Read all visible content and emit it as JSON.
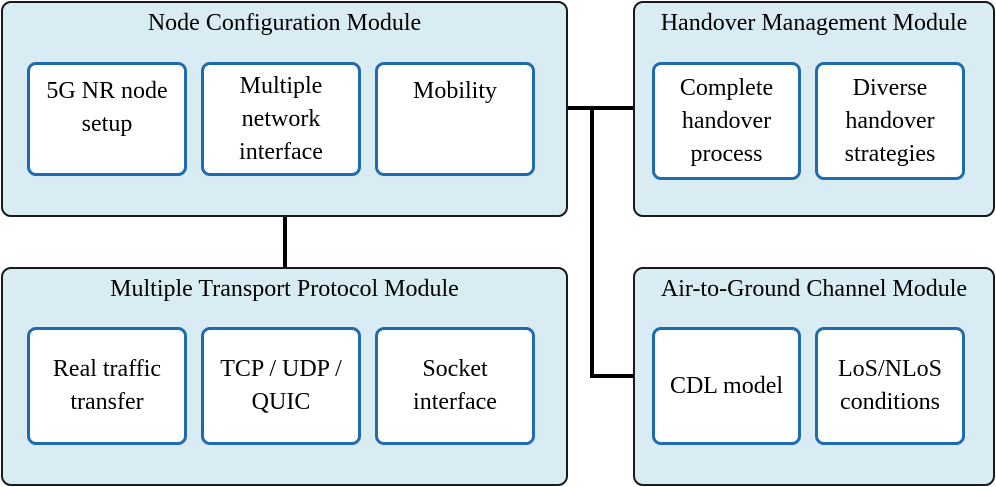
{
  "modules": {
    "node_config": {
      "title": "Node Configuration Module",
      "items": [
        "5G NR node\nsetup",
        "Multiple\nnetwork\ninterface",
        "Mobility"
      ]
    },
    "handover": {
      "title": "Handover Management Module",
      "items": [
        "Complete\nhandover\nprocess",
        "Diverse\nhandover\nstrategies"
      ]
    },
    "transport": {
      "title": "Multiple Transport Protocol Module",
      "items": [
        "Real traffic\ntransfer",
        "TCP / UDP /\nQUIC",
        "Socket\ninterface"
      ]
    },
    "channel": {
      "title": "Air-to-Ground Channel Module",
      "items": [
        "CDL model",
        "LoS/NLoS\nconditions"
      ]
    }
  },
  "colors": {
    "module_fill": "#d9ebf3",
    "module_border": "#1a1a1a",
    "submodule_border": "#1f6bb0",
    "connector": "#000000"
  }
}
